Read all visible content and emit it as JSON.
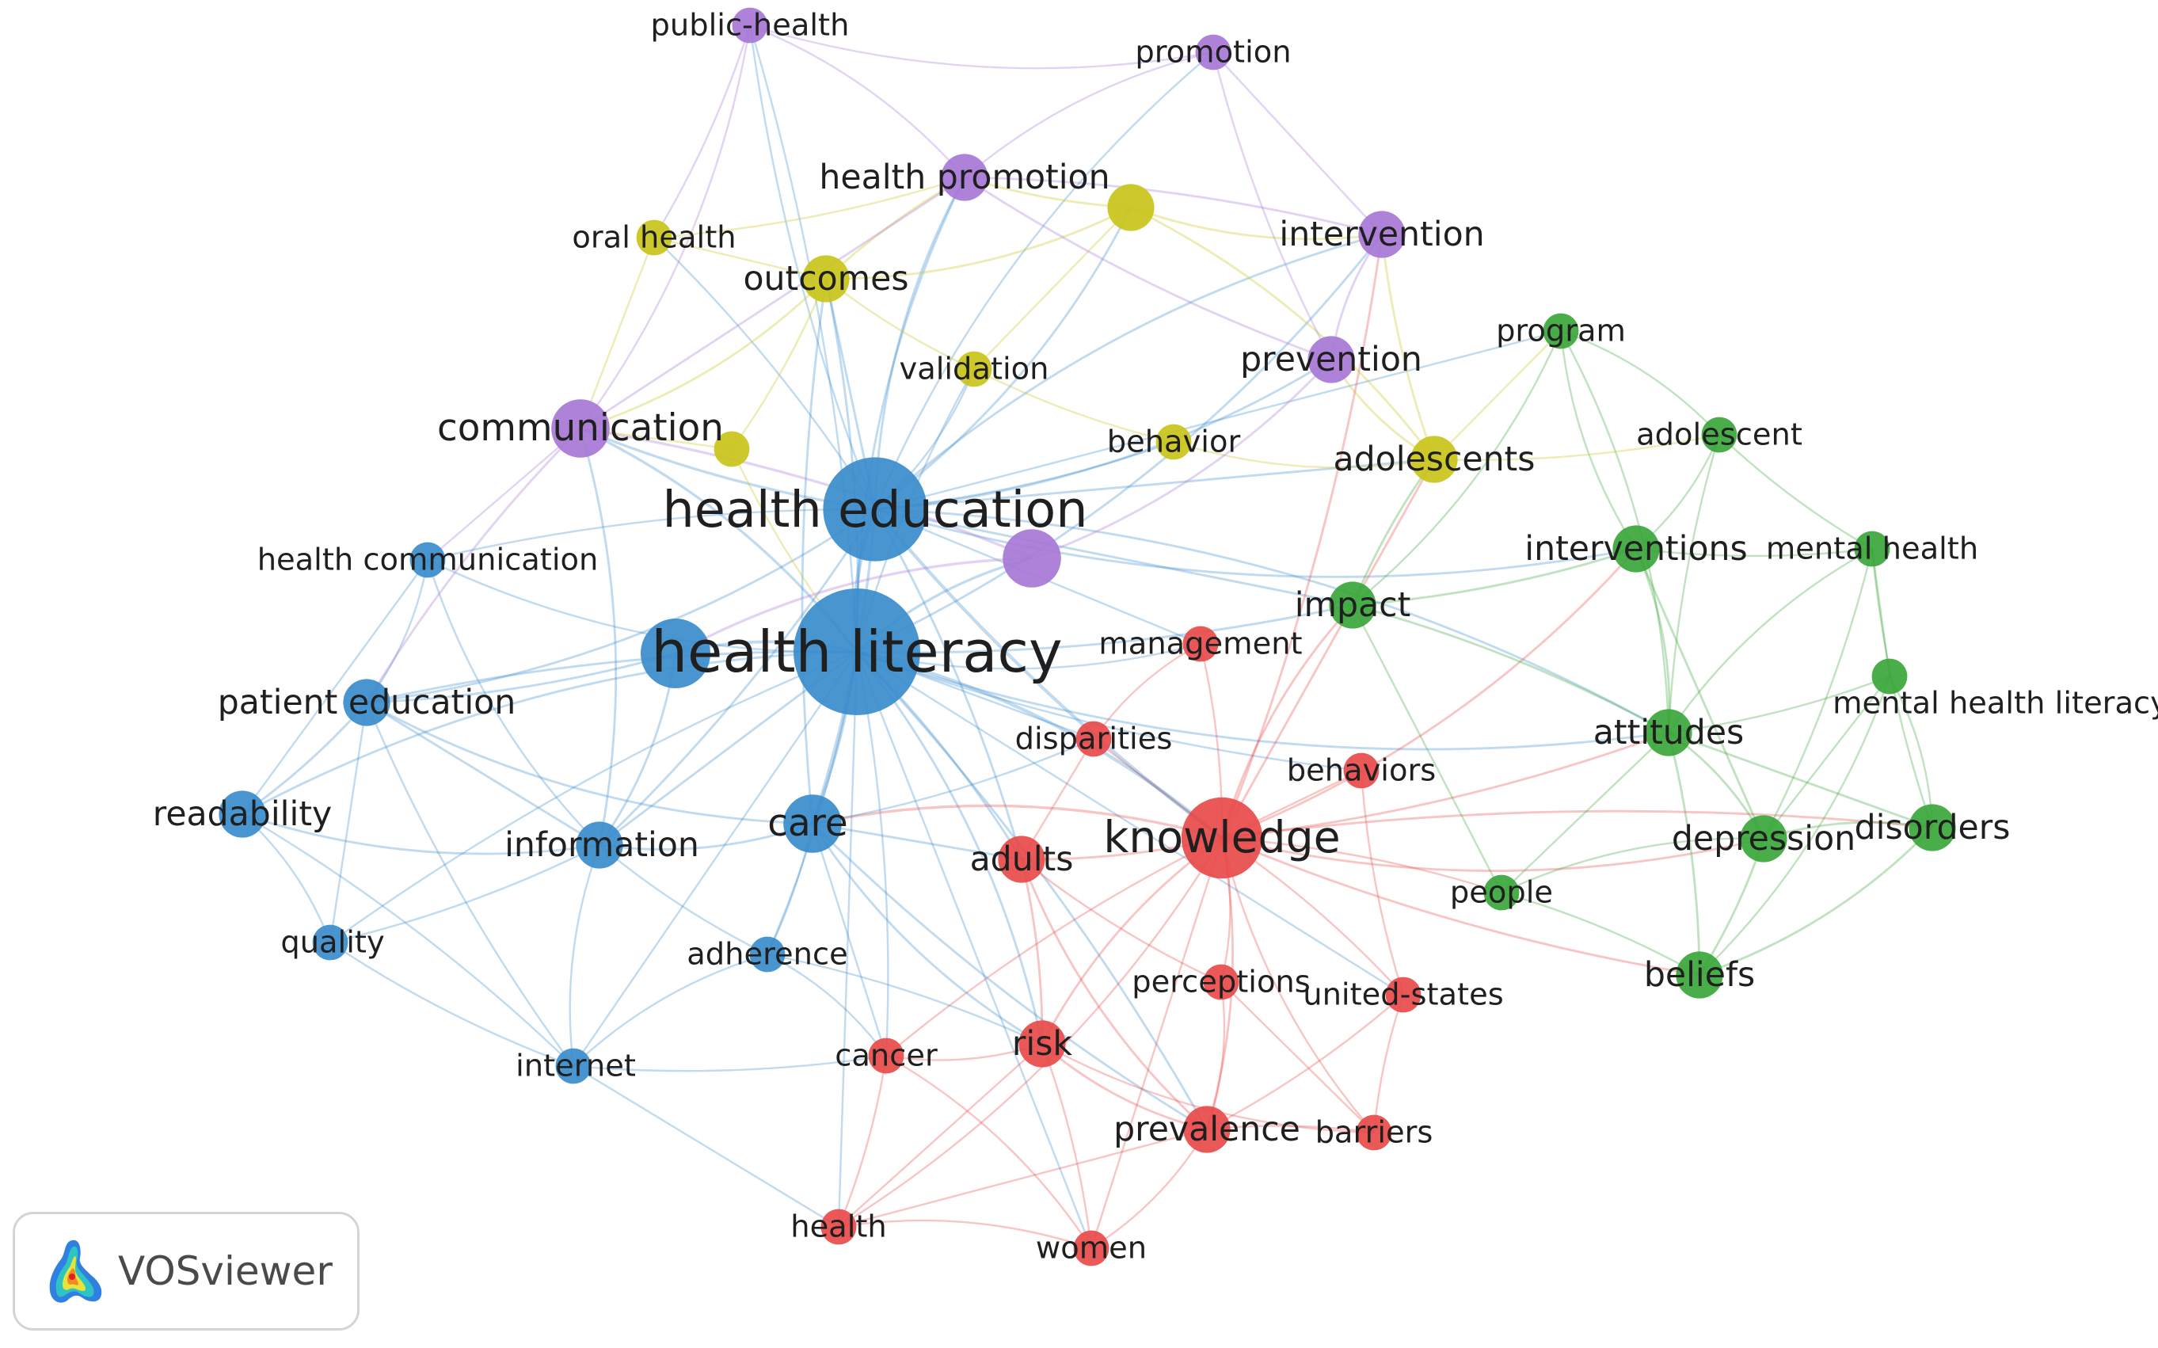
{
  "cluster_colors": {
    "red": "#e84a4a",
    "green": "#3aa63a",
    "blue": "#3a8ccc",
    "yellow": "#c9c41a",
    "purple": "#a777d6"
  },
  "nodes": [
    {
      "id": "health-literacy",
      "label": "health literacy",
      "cluster": "blue",
      "weight": 10
    },
    {
      "id": "health-education",
      "label": "health education",
      "cluster": "blue",
      "weight": 8
    },
    {
      "id": "care",
      "label": "care",
      "cluster": "blue",
      "weight": 4
    },
    {
      "id": "information",
      "label": "information",
      "cluster": "blue",
      "weight": 3
    },
    {
      "id": "patient-education",
      "label": "patient education",
      "cluster": "blue",
      "weight": 3
    },
    {
      "id": "readability",
      "label": "readability",
      "cluster": "blue",
      "weight": 3
    },
    {
      "id": "health-communication",
      "label": "health communication",
      "cluster": "blue",
      "weight": 2
    },
    {
      "id": "quality",
      "label": "quality",
      "cluster": "blue",
      "weight": 2
    },
    {
      "id": "adherence",
      "label": "adherence",
      "cluster": "blue",
      "weight": 2
    },
    {
      "id": "internet",
      "label": "internet",
      "cluster": "blue",
      "weight": 2
    },
    {
      "id": "blue-unlabeled",
      "label": "",
      "cluster": "blue",
      "weight": 5
    },
    {
      "id": "knowledge",
      "label": "knowledge",
      "cluster": "red",
      "weight": 6
    },
    {
      "id": "adults",
      "label": "adults",
      "cluster": "red",
      "weight": 3
    },
    {
      "id": "disparities",
      "label": "disparities",
      "cluster": "red",
      "weight": 2
    },
    {
      "id": "management",
      "label": "management",
      "cluster": "red",
      "weight": 2
    },
    {
      "id": "behaviors",
      "label": "behaviors",
      "cluster": "red",
      "weight": 2
    },
    {
      "id": "perceptions",
      "label": "perceptions",
      "cluster": "red",
      "weight": 2
    },
    {
      "id": "united-states",
      "label": "united-states",
      "cluster": "red",
      "weight": 2
    },
    {
      "id": "risk",
      "label": "risk",
      "cluster": "red",
      "weight": 3
    },
    {
      "id": "cancer",
      "label": "cancer",
      "cluster": "red",
      "weight": 2
    },
    {
      "id": "prevalence",
      "label": "prevalence",
      "cluster": "red",
      "weight": 3
    },
    {
      "id": "barriers",
      "label": "barriers",
      "cluster": "red",
      "weight": 2
    },
    {
      "id": "health",
      "label": "health",
      "cluster": "red",
      "weight": 2
    },
    {
      "id": "women",
      "label": "women",
      "cluster": "red",
      "weight": 2
    },
    {
      "id": "impact",
      "label": "impact",
      "cluster": "green",
      "weight": 3
    },
    {
      "id": "program",
      "label": "program",
      "cluster": "green",
      "weight": 2
    },
    {
      "id": "adolescent",
      "label": "adolescent",
      "cluster": "green",
      "weight": 2
    },
    {
      "id": "interventions",
      "label": "interventions",
      "cluster": "green",
      "weight": 3
    },
    {
      "id": "mental-health",
      "label": "mental health",
      "cluster": "green",
      "weight": 2
    },
    {
      "id": "mental-health-literacy",
      "label": "mental health literacy",
      "cluster": "green",
      "weight": 2
    },
    {
      "id": "attitudes",
      "label": "attitudes",
      "cluster": "green",
      "weight": 3
    },
    {
      "id": "depression",
      "label": "depression",
      "cluster": "green",
      "weight": 3
    },
    {
      "id": "disorders",
      "label": "disorders",
      "cluster": "green",
      "weight": 3
    },
    {
      "id": "people",
      "label": "people",
      "cluster": "green",
      "weight": 2
    },
    {
      "id": "beliefs",
      "label": "beliefs",
      "cluster": "green",
      "weight": 3
    },
    {
      "id": "outcomes",
      "label": "outcomes",
      "cluster": "yellow",
      "weight": 3
    },
    {
      "id": "oral-health",
      "label": "oral health",
      "cluster": "yellow",
      "weight": 2
    },
    {
      "id": "validation",
      "label": "validation",
      "cluster": "yellow",
      "weight": 2
    },
    {
      "id": "behavior",
      "label": "behavior",
      "cluster": "yellow",
      "weight": 2
    },
    {
      "id": "adolescents",
      "label": "adolescents",
      "cluster": "yellow",
      "weight": 3
    },
    {
      "id": "yellow-unlabeled-a",
      "label": "",
      "cluster": "yellow",
      "weight": 3
    },
    {
      "id": "yellow-unlabeled-b",
      "label": "",
      "cluster": "yellow",
      "weight": 2
    },
    {
      "id": "public-health",
      "label": "public-health",
      "cluster": "purple",
      "weight": 2
    },
    {
      "id": "promotion",
      "label": "promotion",
      "cluster": "purple",
      "weight": 2
    },
    {
      "id": "health-promotion",
      "label": "health promotion",
      "cluster": "purple",
      "weight": 3
    },
    {
      "id": "intervention",
      "label": "intervention",
      "cluster": "purple",
      "weight": 3
    },
    {
      "id": "prevention",
      "label": "prevention",
      "cluster": "purple",
      "weight": 3
    },
    {
      "id": "communication",
      "label": "communication",
      "cluster": "purple",
      "weight": 4
    },
    {
      "id": "purple-unlabeled",
      "label": "",
      "cluster": "purple",
      "weight": 4
    }
  ],
  "links": [
    [
      "health-literacy",
      "health-education"
    ],
    [
      "health-literacy",
      "care"
    ],
    [
      "health-literacy",
      "information"
    ],
    [
      "health-literacy",
      "patient-education"
    ],
    [
      "health-literacy",
      "readability"
    ],
    [
      "health-literacy",
      "knowledge"
    ],
    [
      "health-literacy",
      "adults"
    ],
    [
      "health-literacy",
      "disparities"
    ],
    [
      "health-literacy",
      "outcomes"
    ],
    [
      "health-literacy",
      "communication"
    ],
    [
      "health-literacy",
      "health-communication"
    ],
    [
      "health-literacy",
      "adherence"
    ],
    [
      "health-literacy",
      "internet"
    ],
    [
      "health-literacy",
      "quality"
    ],
    [
      "health-literacy",
      "management"
    ],
    [
      "health-literacy",
      "risk"
    ],
    [
      "health-literacy",
      "cancer"
    ],
    [
      "health-literacy",
      "health"
    ],
    [
      "health-literacy",
      "impact"
    ],
    [
      "health-literacy",
      "attitudes"
    ],
    [
      "health-literacy",
      "health-promotion"
    ],
    [
      "health-literacy",
      "validation"
    ],
    [
      "health-literacy",
      "united-states"
    ],
    [
      "health-literacy",
      "behaviors"
    ],
    [
      "health-literacy",
      "blue-unlabeled"
    ],
    [
      "health-literacy",
      "purple-unlabeled"
    ],
    [
      "health-literacy",
      "prevalence"
    ],
    [
      "health-literacy",
      "women"
    ],
    [
      "health-literacy",
      "public-health"
    ],
    [
      "health-literacy",
      "intervention"
    ],
    [
      "health-education",
      "health-promotion"
    ],
    [
      "health-education",
      "communication"
    ],
    [
      "health-education",
      "outcomes"
    ],
    [
      "health-education",
      "knowledge"
    ],
    [
      "health-education",
      "prevention"
    ],
    [
      "health-education",
      "intervention"
    ],
    [
      "health-education",
      "care"
    ],
    [
      "health-education",
      "adolescents"
    ],
    [
      "health-education",
      "behavior"
    ],
    [
      "health-education",
      "validation"
    ],
    [
      "health-education",
      "promotion"
    ],
    [
      "health-education",
      "public-health"
    ],
    [
      "health-education",
      "impact"
    ],
    [
      "health-education",
      "oral-health"
    ],
    [
      "health-education",
      "interventions"
    ],
    [
      "health-education",
      "patient-education"
    ],
    [
      "health-education",
      "information"
    ],
    [
      "health-education",
      "program"
    ],
    [
      "health-education",
      "health-communication"
    ],
    [
      "health-education",
      "yellow-unlabeled-a"
    ],
    [
      "health-education",
      "attitudes"
    ],
    [
      "health-education",
      "adults"
    ],
    [
      "health-education",
      "management"
    ],
    [
      "knowledge",
      "attitudes"
    ],
    [
      "knowledge",
      "risk"
    ],
    [
      "knowledge",
      "prevalence"
    ],
    [
      "knowledge",
      "adults"
    ],
    [
      "knowledge",
      "behaviors"
    ],
    [
      "knowledge",
      "beliefs"
    ],
    [
      "knowledge",
      "barriers"
    ],
    [
      "knowledge",
      "perceptions"
    ],
    [
      "knowledge",
      "united-states"
    ],
    [
      "knowledge",
      "women"
    ],
    [
      "knowledge",
      "cancer"
    ],
    [
      "knowledge",
      "depression"
    ],
    [
      "knowledge",
      "impact"
    ],
    [
      "knowledge",
      "people"
    ],
    [
      "knowledge",
      "disparities"
    ],
    [
      "knowledge",
      "management"
    ],
    [
      "knowledge",
      "care"
    ],
    [
      "knowledge",
      "health"
    ],
    [
      "knowledge",
      "disorders"
    ],
    [
      "knowledge",
      "adolescents"
    ],
    [
      "knowledge",
      "intervention"
    ],
    [
      "knowledge",
      "interventions"
    ],
    [
      "care",
      "information"
    ],
    [
      "care",
      "adherence"
    ],
    [
      "care",
      "adults"
    ],
    [
      "care",
      "disparities"
    ],
    [
      "care",
      "risk"
    ],
    [
      "care",
      "patient-education"
    ],
    [
      "care",
      "outcomes"
    ],
    [
      "care",
      "cancer"
    ],
    [
      "care",
      "prevalence"
    ],
    [
      "information",
      "internet"
    ],
    [
      "information",
      "readability"
    ],
    [
      "information",
      "quality"
    ],
    [
      "information",
      "patient-education"
    ],
    [
      "information",
      "adherence"
    ],
    [
      "information",
      "communication"
    ],
    [
      "information",
      "health-communication"
    ],
    [
      "patient-education",
      "readability"
    ],
    [
      "patient-education",
      "quality"
    ],
    [
      "patient-education",
      "internet"
    ],
    [
      "patient-education",
      "health-communication"
    ],
    [
      "readability",
      "quality"
    ],
    [
      "readability",
      "internet"
    ],
    [
      "readability",
      "health-communication"
    ],
    [
      "quality",
      "internet"
    ],
    [
      "adherence",
      "internet"
    ],
    [
      "adherence",
      "cancer"
    ],
    [
      "adherence",
      "risk"
    ],
    [
      "internet",
      "health"
    ],
    [
      "internet",
      "cancer"
    ],
    [
      "risk",
      "prevalence"
    ],
    [
      "risk",
      "cancer"
    ],
    [
      "risk",
      "women"
    ],
    [
      "risk",
      "health"
    ],
    [
      "risk",
      "adults"
    ],
    [
      "risk",
      "barriers"
    ],
    [
      "prevalence",
      "women"
    ],
    [
      "prevalence",
      "barriers"
    ],
    [
      "prevalence",
      "health"
    ],
    [
      "prevalence",
      "united-states"
    ],
    [
      "prevalence",
      "perceptions"
    ],
    [
      "cancer",
      "women"
    ],
    [
      "cancer",
      "health"
    ],
    [
      "adults",
      "disparities"
    ],
    [
      "adults",
      "perceptions"
    ],
    [
      "adults",
      "prevalence"
    ],
    [
      "disparities",
      "management"
    ],
    [
      "barriers",
      "united-states"
    ],
    [
      "barriers",
      "perceptions"
    ],
    [
      "behaviors",
      "united-states"
    ],
    [
      "women",
      "health"
    ],
    [
      "attitudes",
      "depression"
    ],
    [
      "attitudes",
      "beliefs"
    ],
    [
      "attitudes",
      "disorders"
    ],
    [
      "attitudes",
      "mental-health-literacy"
    ],
    [
      "attitudes",
      "interventions"
    ],
    [
      "attitudes",
      "mental-health"
    ],
    [
      "attitudes",
      "adolescent"
    ],
    [
      "attitudes",
      "people"
    ],
    [
      "attitudes",
      "impact"
    ],
    [
      "attitudes",
      "program"
    ],
    [
      "depression",
      "disorders"
    ],
    [
      "depression",
      "beliefs"
    ],
    [
      "depression",
      "mental-health-literacy"
    ],
    [
      "depression",
      "mental-health"
    ],
    [
      "disorders",
      "mental-health-literacy"
    ],
    [
      "disorders",
      "beliefs"
    ],
    [
      "disorders",
      "mental-health"
    ],
    [
      "mental-health",
      "mental-health-literacy"
    ],
    [
      "interventions",
      "mental-health"
    ],
    [
      "interventions",
      "adolescent"
    ],
    [
      "interventions",
      "program"
    ],
    [
      "interventions",
      "impact"
    ],
    [
      "interventions",
      "depression"
    ],
    [
      "adolescent",
      "mental-health"
    ],
    [
      "adolescent",
      "program"
    ],
    [
      "program",
      "impact"
    ],
    [
      "impact",
      "adolescents"
    ],
    [
      "impact",
      "people"
    ],
    [
      "beliefs",
      "people"
    ],
    [
      "beliefs",
      "mental-health-literacy"
    ],
    [
      "people",
      "depression"
    ],
    [
      "outcomes",
      "health-promotion"
    ],
    [
      "outcomes",
      "oral-health"
    ],
    [
      "outcomes",
      "validation"
    ],
    [
      "outcomes",
      "yellow-unlabeled-a"
    ],
    [
      "outcomes",
      "communication"
    ],
    [
      "outcomes",
      "yellow-unlabeled-b"
    ],
    [
      "validation",
      "yellow-unlabeled-a"
    ],
    [
      "validation",
      "behavior"
    ],
    [
      "behavior",
      "adolescents"
    ],
    [
      "adolescents",
      "prevention"
    ],
    [
      "adolescents",
      "intervention"
    ],
    [
      "adolescents",
      "program"
    ],
    [
      "adolescents",
      "adolescent"
    ],
    [
      "yellow-unlabeled-a",
      "intervention"
    ],
    [
      "yellow-unlabeled-a",
      "adolescents"
    ],
    [
      "yellow-unlabeled-a",
      "health-promotion"
    ],
    [
      "oral-health",
      "communication"
    ],
    [
      "oral-health",
      "health-promotion"
    ],
    [
      "health-promotion",
      "public-health"
    ],
    [
      "health-promotion",
      "promotion"
    ],
    [
      "health-promotion",
      "intervention"
    ],
    [
      "health-promotion",
      "communication"
    ],
    [
      "health-promotion",
      "prevention"
    ],
    [
      "public-health",
      "promotion"
    ],
    [
      "public-health",
      "communication"
    ],
    [
      "public-health",
      "oral-health"
    ],
    [
      "promotion",
      "intervention"
    ],
    [
      "promotion",
      "prevention"
    ],
    [
      "intervention",
      "prevention"
    ],
    [
      "prevention",
      "purple-unlabeled"
    ],
    [
      "communication",
      "purple-unlabeled"
    ],
    [
      "communication",
      "health-communication"
    ],
    [
      "communication",
      "patient-education"
    ],
    [
      "purple-unlabeled",
      "blue-unlabeled"
    ],
    [
      "blue-unlabeled",
      "information"
    ],
    [
      "blue-unlabeled",
      "patient-education"
    ],
    [
      "yellow-unlabeled-b",
      "communication"
    ],
    [
      "yellow-unlabeled-b",
      "health-literacy"
    ]
  ],
  "badge": {
    "name": "VOSviewer",
    "icon": "vosviewer-density-logo"
  }
}
